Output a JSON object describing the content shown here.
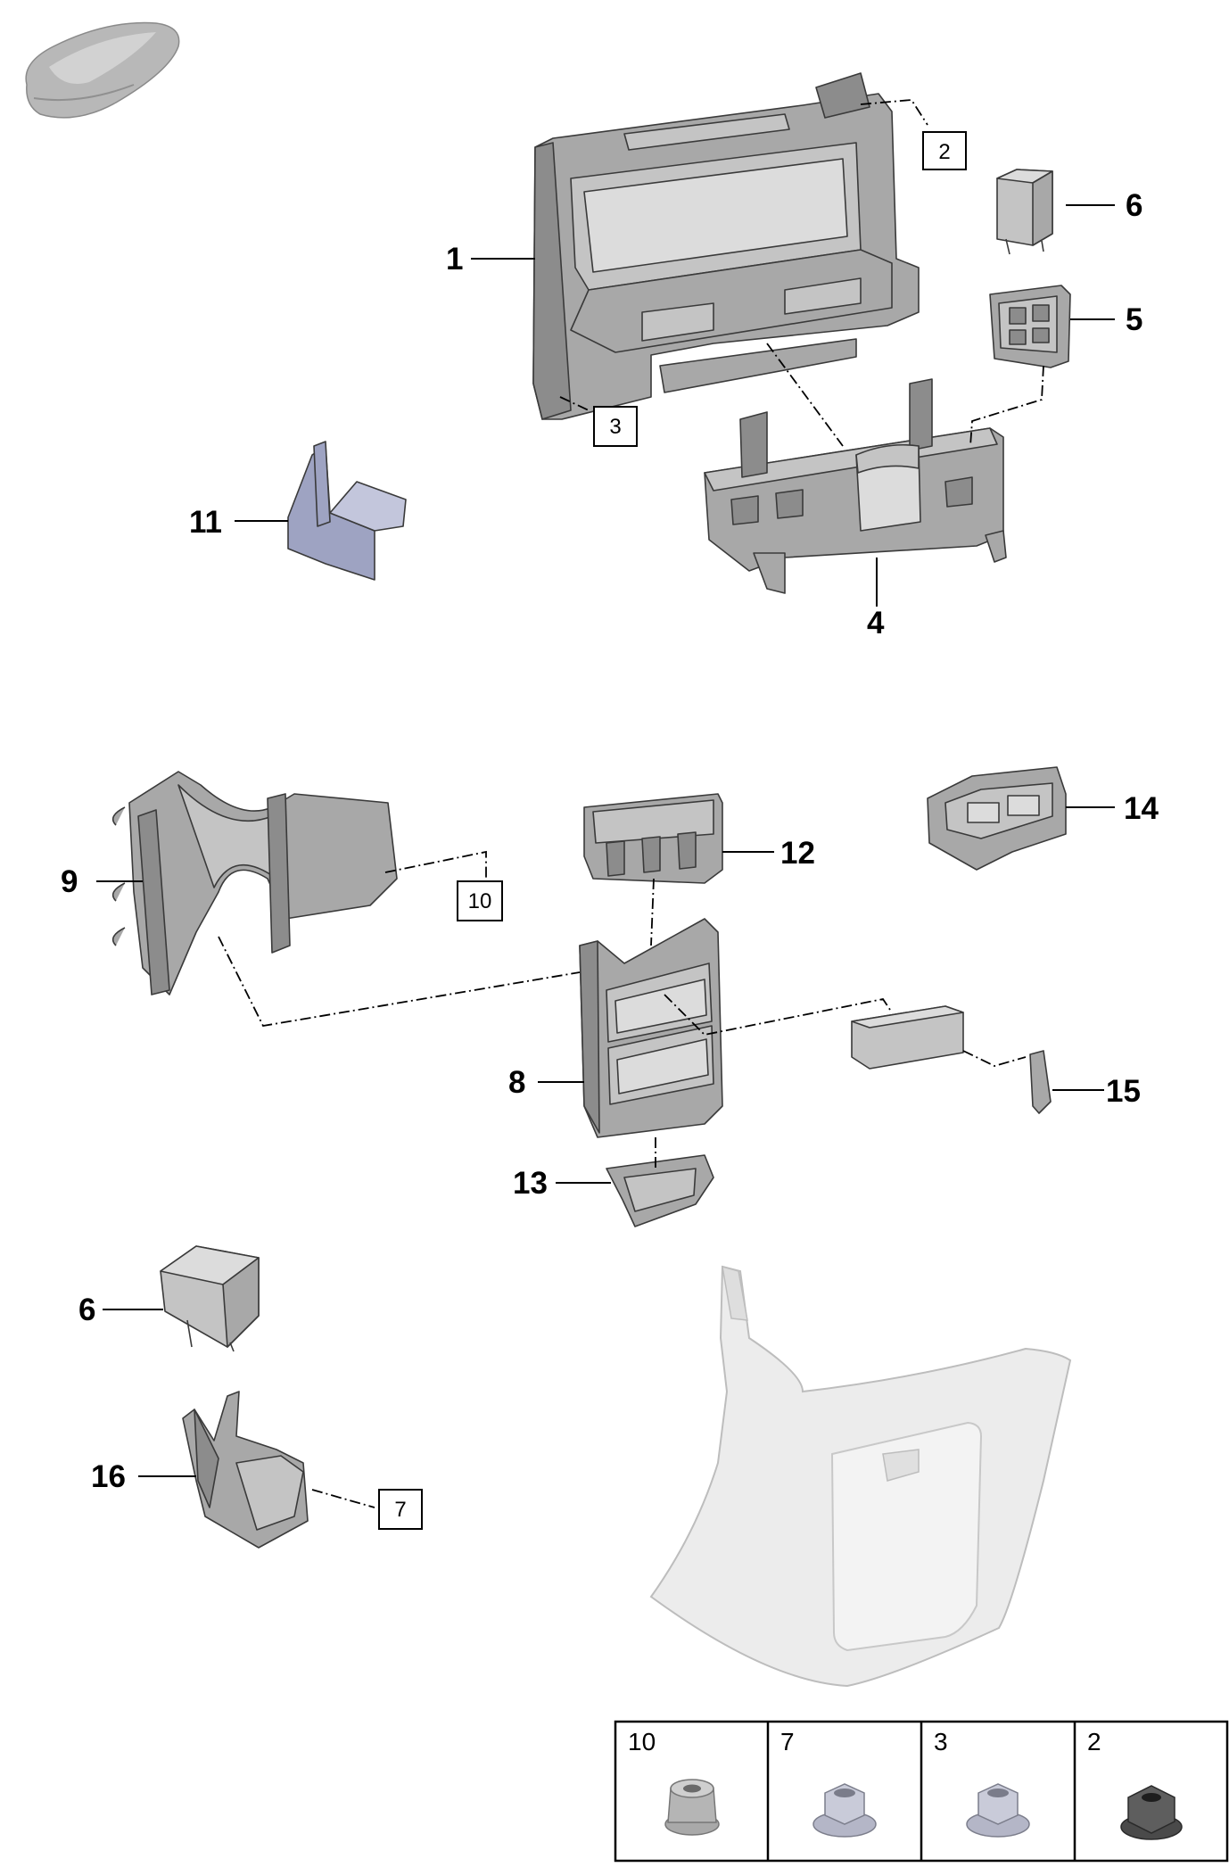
{
  "callouts": {
    "c1": "1",
    "c4": "4",
    "c5": "5",
    "c6a": "6",
    "c6b": "6",
    "c8": "8",
    "c9": "9",
    "c11": "11",
    "c12": "12",
    "c13": "13",
    "c14": "14",
    "c15": "15",
    "c16": "16"
  },
  "ref_boxes": {
    "b2": "2",
    "b3": "3",
    "b7": "7",
    "b10": "10"
  },
  "legend": [
    {
      "label": "10",
      "icon": "flange-nut-icon"
    },
    {
      "label": "7",
      "icon": "hex-nut-with-washer-icon"
    },
    {
      "label": "3",
      "icon": "hex-nut-with-washer-icon"
    },
    {
      "label": "2",
      "icon": "flange-nut-dark-icon"
    }
  ],
  "icons": {
    "vehicle": "vehicle-silhouette-icon"
  },
  "colors": {
    "part_gray": "#a8a8a8",
    "bracket_blue": "#9ea3c2",
    "cover_white": "#ececec"
  }
}
